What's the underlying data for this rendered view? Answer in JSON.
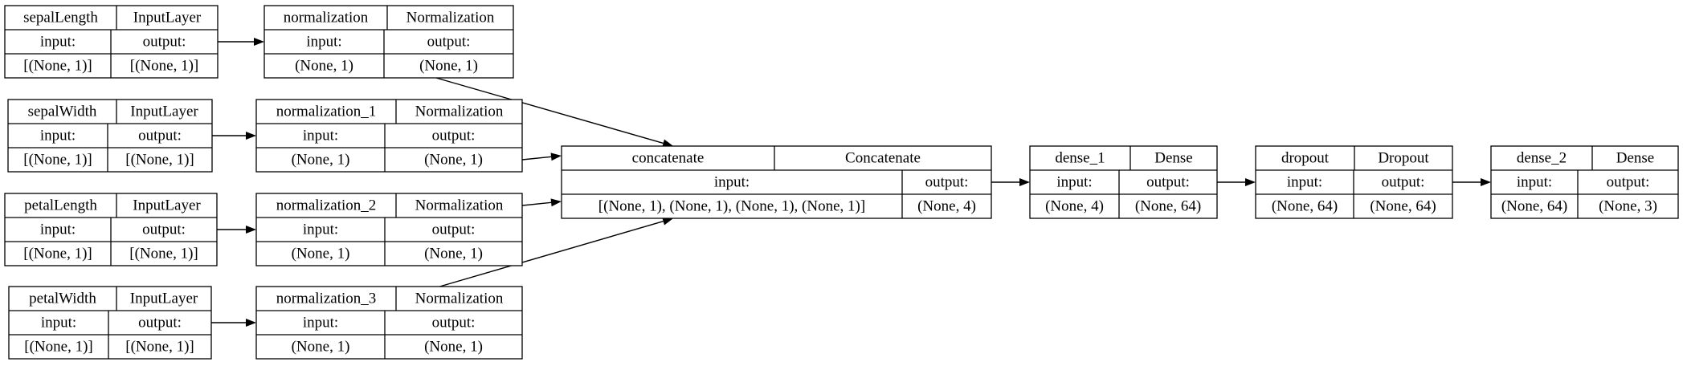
{
  "nodes": [
    {
      "id": "sepalLength",
      "name": "sepalLength",
      "type": "InputLayer",
      "input_label": "input:",
      "output_label": "output:",
      "input_shape": "[(None, 1)]",
      "output_shape": "[(None, 1)]"
    },
    {
      "id": "normalization",
      "name": "normalization",
      "type": "Normalization",
      "input_label": "input:",
      "output_label": "output:",
      "input_shape": "(None, 1)",
      "output_shape": "(None, 1)"
    },
    {
      "id": "sepalWidth",
      "name": "sepalWidth",
      "type": "InputLayer",
      "input_label": "input:",
      "output_label": "output:",
      "input_shape": "[(None, 1)]",
      "output_shape": "[(None, 1)]"
    },
    {
      "id": "normalization_1",
      "name": "normalization_1",
      "type": "Normalization",
      "input_label": "input:",
      "output_label": "output:",
      "input_shape": "(None, 1)",
      "output_shape": "(None, 1)"
    },
    {
      "id": "petalLength",
      "name": "petalLength",
      "type": "InputLayer",
      "input_label": "input:",
      "output_label": "output:",
      "input_shape": "[(None, 1)]",
      "output_shape": "[(None, 1)]"
    },
    {
      "id": "normalization_2",
      "name": "normalization_2",
      "type": "Normalization",
      "input_label": "input:",
      "output_label": "output:",
      "input_shape": "(None, 1)",
      "output_shape": "(None, 1)"
    },
    {
      "id": "petalWidth",
      "name": "petalWidth",
      "type": "InputLayer",
      "input_label": "input:",
      "output_label": "output:",
      "input_shape": "[(None, 1)]",
      "output_shape": "[(None, 1)]"
    },
    {
      "id": "normalization_3",
      "name": "normalization_3",
      "type": "Normalization",
      "input_label": "input:",
      "output_label": "output:",
      "input_shape": "(None, 1)",
      "output_shape": "(None, 1)"
    },
    {
      "id": "concatenate",
      "name": "concatenate",
      "type": "Concatenate",
      "input_label": "input:",
      "output_label": "output:",
      "input_shape": "[(None, 1), (None, 1), (None, 1), (None, 1)]",
      "output_shape": "(None, 4)"
    },
    {
      "id": "dense_1",
      "name": "dense_1",
      "type": "Dense",
      "input_label": "input:",
      "output_label": "output:",
      "input_shape": "(None, 4)",
      "output_shape": "(None, 64)"
    },
    {
      "id": "dropout",
      "name": "dropout",
      "type": "Dropout",
      "input_label": "input:",
      "output_label": "output:",
      "input_shape": "(None, 64)",
      "output_shape": "(None, 64)"
    },
    {
      "id": "dense_2",
      "name": "dense_2",
      "type": "Dense",
      "input_label": "input:",
      "output_label": "output:",
      "input_shape": "(None, 64)",
      "output_shape": "(None, 3)"
    }
  ],
  "edges": [
    {
      "from": "sepalLength",
      "to": "normalization"
    },
    {
      "from": "sepalWidth",
      "to": "normalization_1"
    },
    {
      "from": "petalLength",
      "to": "normalization_2"
    },
    {
      "from": "petalWidth",
      "to": "normalization_3"
    },
    {
      "from": "normalization",
      "to": "concatenate"
    },
    {
      "from": "normalization_1",
      "to": "concatenate"
    },
    {
      "from": "normalization_2",
      "to": "concatenate"
    },
    {
      "from": "normalization_3",
      "to": "concatenate"
    },
    {
      "from": "concatenate",
      "to": "dense_1"
    },
    {
      "from": "dense_1",
      "to": "dropout"
    },
    {
      "from": "dropout",
      "to": "dense_2"
    }
  ]
}
